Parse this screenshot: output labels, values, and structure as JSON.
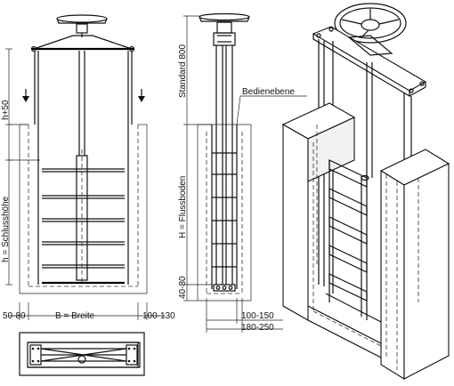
{
  "labels": {
    "h_plus_50": "h+50",
    "h_schlusshoehe": "h = Schlusshöhe",
    "width_left": "50-80",
    "width_breite": "B = Breite",
    "width_right": "100-130",
    "standard_800": "Standard 800",
    "bedienebene": "Bedienebene",
    "h_flussboden": "H = Flussboden",
    "dim_40_80": "40-80",
    "dim_100_150": "100-150",
    "dim_180_250": "180-250"
  }
}
